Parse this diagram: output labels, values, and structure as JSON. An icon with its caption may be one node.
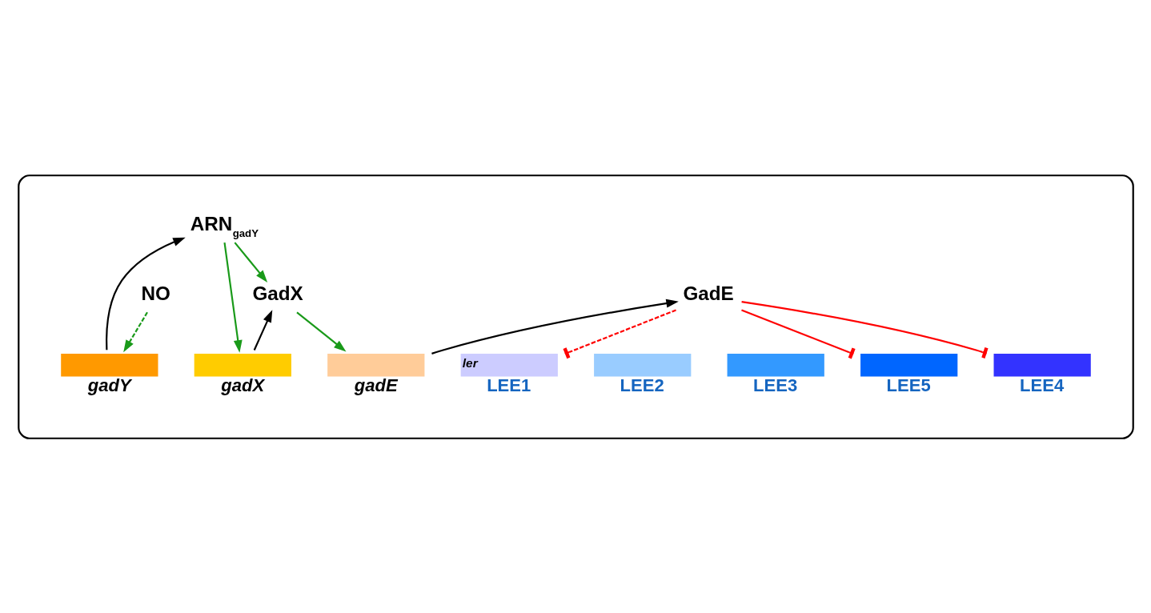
{
  "diagram": {
    "nodes": [
      {
        "text": [],
        "shape": "ellipse"
      },
      {
        "text": [
          "NO"
        ],
        "in": 0
      },
      {
        "text": [
          "ARN$_{gadY}$"
        ],
        "in": 0
      },
      {
        "text": [
          "GadX"
        ],
        "in": 0
      },
      {
        "text": [
          "GadE"
        ],
        "in": 0
      },
      {
        "text": [
          "gadY"
        ],
        "in": 0
      },
      {
        "text": [
          "gadX"
        ],
        "in": 0
      },
      {
        "text": [
          "gadE"
        ],
        "in": 0
      },
      {
        "text": [
          "ler",
          "LEE1"
        ],
        "in": 0
      },
      {
        "text": [
          "LEE2"
        ],
        "in": 0
      },
      {
        "text": [
          "LEE3"
        ],
        "in": 0
      },
      {
        "text": [
          "LEE5"
        ],
        "in": 0
      },
      {
        "text": [
          "LEE4"
        ],
        "in": 0
      }
    ],
    "edges": [
      {
        "from": 1,
        "to": 5,
        "arrow": "to",
        "style": "dashed",
        "color": "#1a9a1a"
      },
      {
        "from": 5,
        "to": 2,
        "arrow": "to",
        "color": "#000000"
      },
      {
        "from": 2,
        "to": 6,
        "arrow": "to",
        "color": "#1a9a1a"
      },
      {
        "from": 2,
        "to": 3,
        "arrow": "to",
        "color": "#1a9a1a"
      },
      {
        "from": 6,
        "to": 3,
        "arrow": "to",
        "color": "#000000"
      },
      {
        "from": 3,
        "to": 7,
        "arrow": "to",
        "color": "#1a9a1a"
      },
      {
        "from": 7,
        "to": 4,
        "arrow": "to",
        "color": "#000000"
      },
      {
        "from": 4,
        "to": 8,
        "arrow": "other",
        "style": "dashed",
        "color": "#ff0000"
      },
      {
        "from": 4,
        "to": 11,
        "arrow": "other",
        "color": "#ff0000"
      },
      {
        "from": 4,
        "to": 12,
        "arrow": "other",
        "color": "#ff0000"
      }
    ]
  }
}
